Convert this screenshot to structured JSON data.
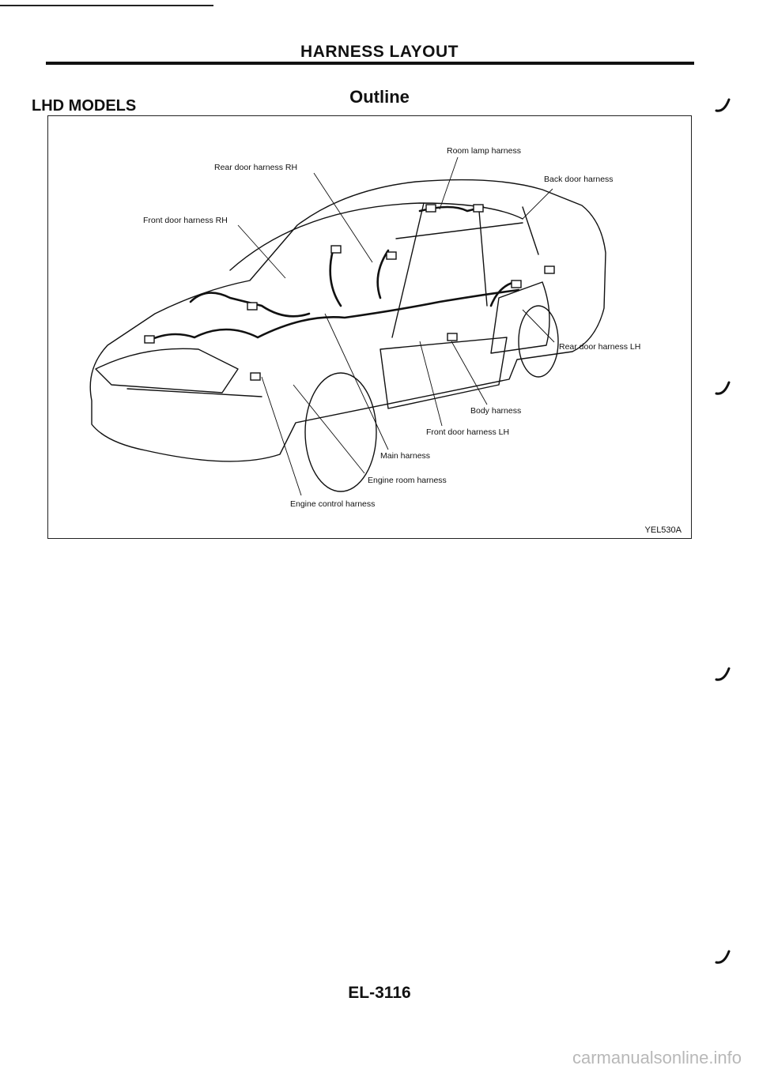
{
  "header": {
    "title": "HARNESS LAYOUT",
    "section": "LHD MODELS",
    "subtitle": "Outline"
  },
  "figure": {
    "id": "YEL530A",
    "labels": {
      "room_lamp": "Room lamp harness",
      "rear_door_rh": "Rear door harness RH",
      "back_door": "Back door harness",
      "front_door_rh": "Front door harness RH",
      "rear_door_lh": "Rear door harness LH",
      "body": "Body harness",
      "front_door_lh": "Front door harness LH",
      "main": "Main harness",
      "engine_room": "Engine room harness",
      "engine_control": "Engine control harness"
    }
  },
  "footer": {
    "page": "EL-3116",
    "watermark": "carmanualsonline.info"
  }
}
